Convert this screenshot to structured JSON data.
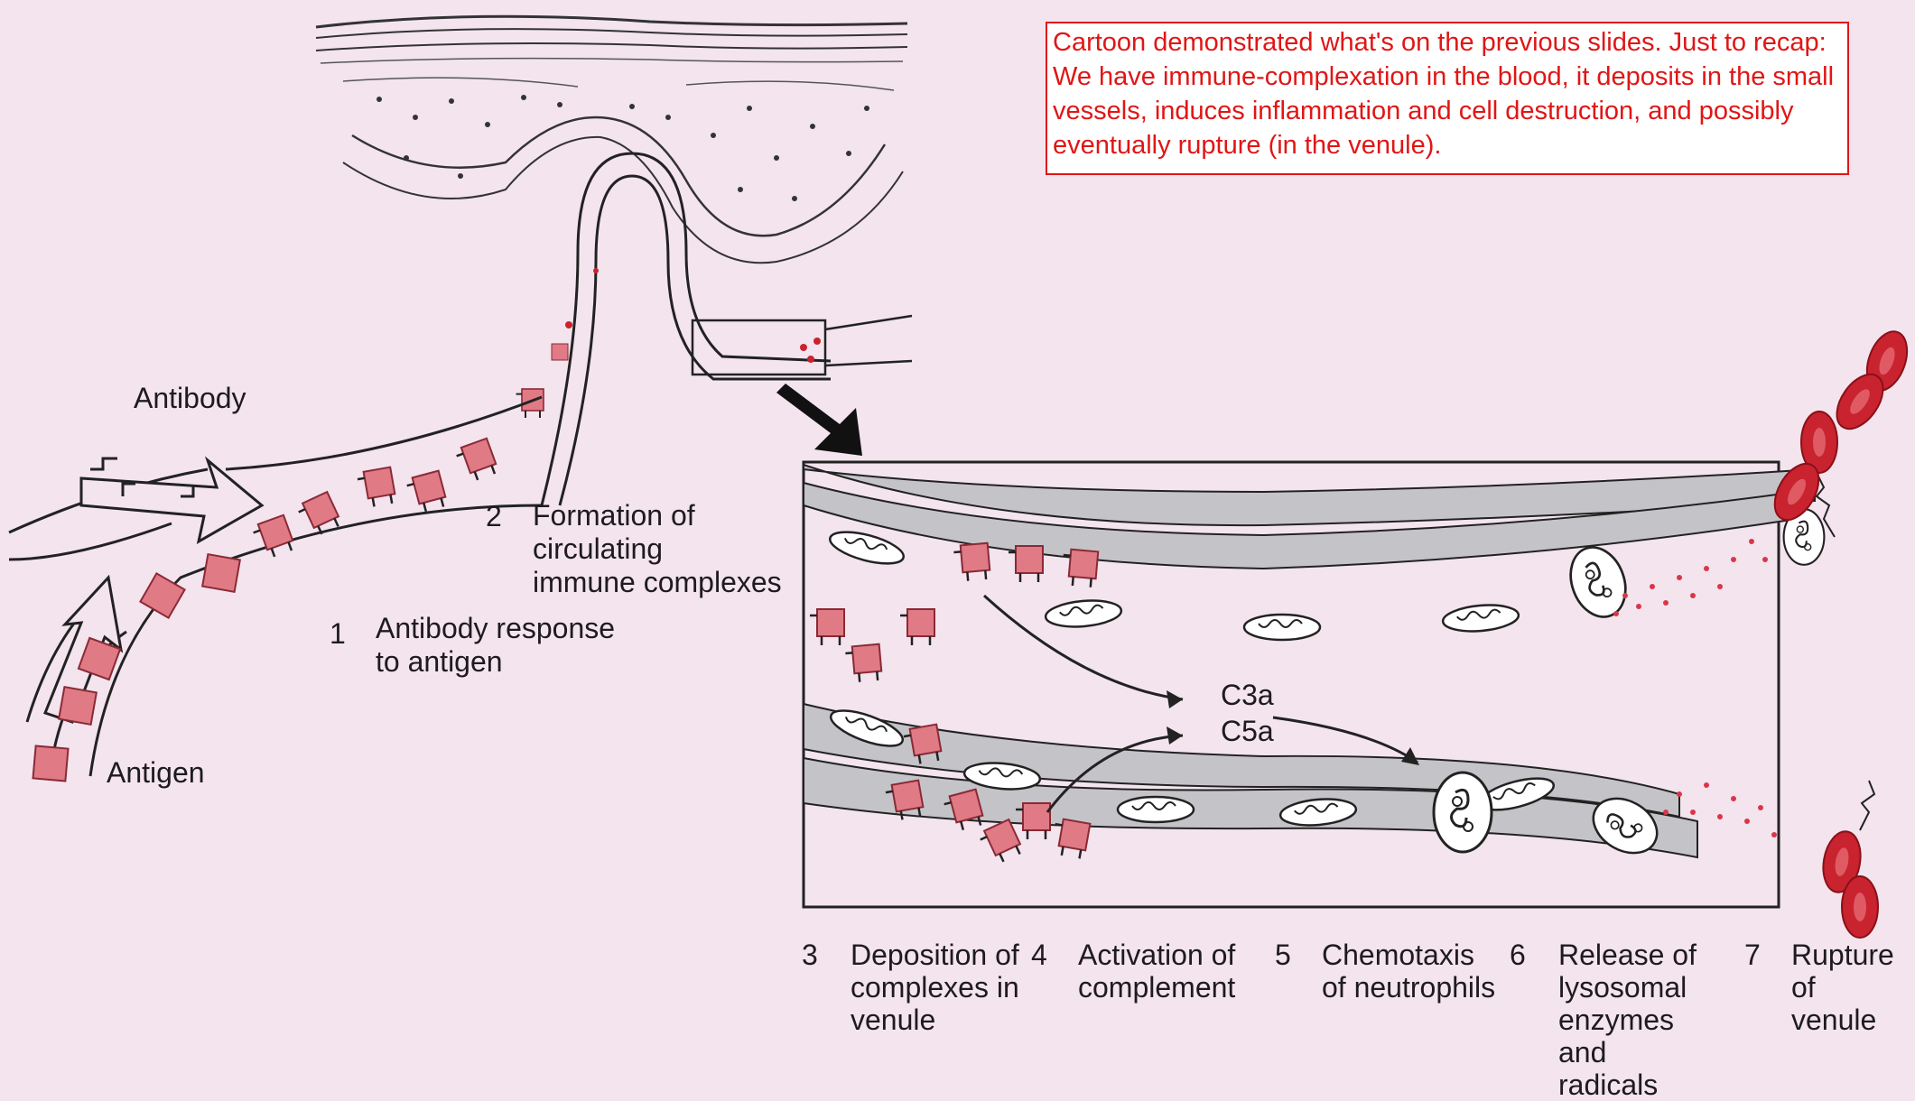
{
  "note": "Cartoon demonstrated what's on the previous slides.  Just to recap:  We have immune-complexation in the blood, it deposits in the small vessels, induces inflammation and cell destruction, and possibly eventually rupture (in the venule).",
  "labels": {
    "antibody": "Antibody",
    "antigen": "Antigen",
    "c3a": "C3a",
    "c5a": "C5a"
  },
  "steps": [
    {
      "num": "1",
      "text": "Antibody response\nto antigen"
    },
    {
      "num": "2",
      "text": "Formation of\ncirculating\nimmune complexes"
    },
    {
      "num": "3",
      "text": "Deposition of complexes in venule"
    },
    {
      "num": "4",
      "text": "Activation of complement"
    },
    {
      "num": "5",
      "text": "Chemotaxis of neutrophils"
    },
    {
      "num": "6",
      "text": "Release of lysosomal enzymes and radicals"
    },
    {
      "num": "7",
      "text": "Rupture of venule"
    }
  ],
  "colors": {
    "background": "#f3e4ee",
    "complex": "#e07a85",
    "vessel_wall": "#c4c4c8",
    "rbc": "#c8232f",
    "note_text": "#e01616"
  }
}
